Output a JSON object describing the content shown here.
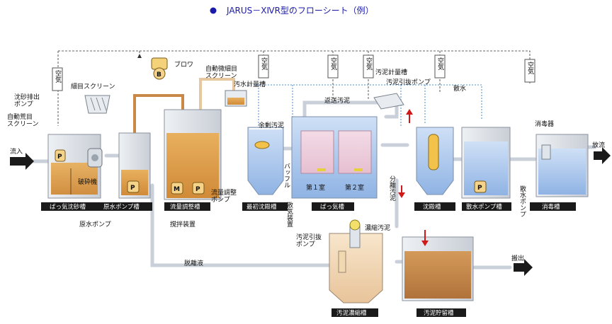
{
  "title": "JARUS－ⅩⅣR型のフローシート（例）",
  "labels": {
    "inflow": "流入",
    "discharge": "放流",
    "carry_out": "搬出",
    "blower": "ブロワ",
    "fine_screen": "細目スクリーン",
    "auto_fine_screen": "自動微細目\nスクリーン",
    "sand_pump": "沈砂排出\nポンプ",
    "auto_coarse_screen": "自動荒目\nスクリーン",
    "crusher": "破砕機",
    "raw_pump": "原水ポンプ",
    "stirrer": "撹拌装置",
    "flow_pump": "流量調整\nポンプ",
    "sewage_meter": "汚水計量槽",
    "sludge_meter": "汚泥計量槽",
    "sludge_pump": "汚泥引抜ポンプ",
    "return_sludge": "返送汚泥",
    "excess_sludge": "余剰汚泥",
    "baffle": "バッフル",
    "diffuser": "散気装置",
    "room1": "第１室",
    "room2": "第２室",
    "sep_sludge": "分離汚泥",
    "conc_sludge": "濃縮汚泥",
    "thick_pump": "汚泥引抜\nポンプ",
    "separated_liquid": "脱離液",
    "sprinkle": "散水",
    "sprinkle_pump": "散水ポンプ",
    "disinfector": "消毒器",
    "air": "空気"
  },
  "tanks": {
    "t1": "ばっ気沈砂槽",
    "t2": "原水ポンプ槽",
    "t3": "流量調整槽",
    "t4": "最初沈殿槽",
    "t5": "ばっ気槽",
    "t6": "沈殿槽",
    "t7": "散水ポンプ槽",
    "t8": "消毒槽",
    "t9": "汚泥濃縮槽",
    "t10": "汚泥貯留槽"
  },
  "badges": {
    "pump": "P",
    "motor": "M",
    "blower": "B"
  },
  "colors": {
    "title_bullet": "#1a1aa8",
    "sewage": "#e0a050",
    "sludge": "#c78a4a",
    "water": "#a8c8ee",
    "tag_bg": "#1a1a1a",
    "pipe": "#cfd6df",
    "air_line": "#5a9ad0",
    "arrow_red": "#d01818"
  }
}
